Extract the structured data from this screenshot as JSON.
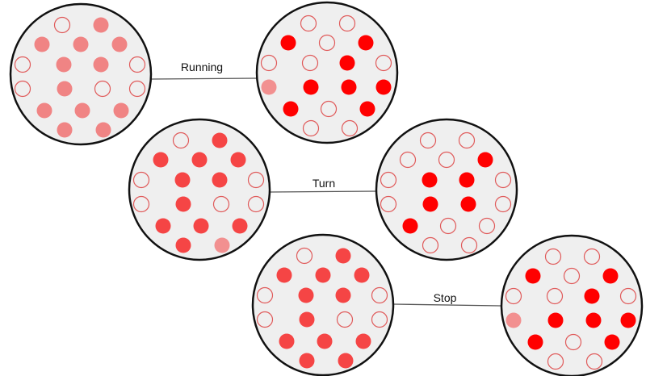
{
  "colors": {
    "pink": "#f08484",
    "mid": "#f54545",
    "bright": "#ff0000",
    "faded": "#f29090",
    "open_stroke": "#e05a5a",
    "circle_fill": "#efefef",
    "circle_stroke": "#111111"
  },
  "legend_codes": {
    "O": "open",
    "P": "pink",
    "M": "mid",
    "R": "bright",
    "F": "faded"
  },
  "transitions": [
    {
      "label": "Running",
      "from": [
        "O",
        "P",
        "P",
        "P",
        "P",
        "O",
        "P",
        "P",
        "O",
        "O",
        "P",
        "O",
        "O",
        "P",
        "P",
        "P",
        "P",
        "P"
      ],
      "to": [
        "O",
        "O",
        "R",
        "O",
        "R",
        "O",
        "O",
        "R",
        "O",
        "F",
        "R",
        "R",
        "R",
        "R",
        "O",
        "R",
        "O",
        "O"
      ]
    },
    {
      "label": "Turn",
      "from": [
        "O",
        "M",
        "M",
        "M",
        "M",
        "O",
        "M",
        "M",
        "O",
        "O",
        "M",
        "O",
        "O",
        "M",
        "M",
        "M",
        "M",
        "F"
      ],
      "to": [
        "O",
        "O",
        "O",
        "O",
        "R",
        "O",
        "R",
        "R",
        "O",
        "O",
        "R",
        "R",
        "O",
        "R",
        "O",
        "O",
        "O",
        "O"
      ]
    },
    {
      "label": "Stop",
      "from": [
        "O",
        "M",
        "M",
        "M",
        "M",
        "O",
        "M",
        "M",
        "O",
        "O",
        "M",
        "O",
        "O",
        "M",
        "M",
        "M",
        "M",
        "M"
      ],
      "to": [
        "O",
        "O",
        "R",
        "O",
        "R",
        "O",
        "O",
        "R",
        "O",
        "F",
        "R",
        "R",
        "R",
        "R",
        "O",
        "R",
        "O",
        "O"
      ]
    }
  ]
}
